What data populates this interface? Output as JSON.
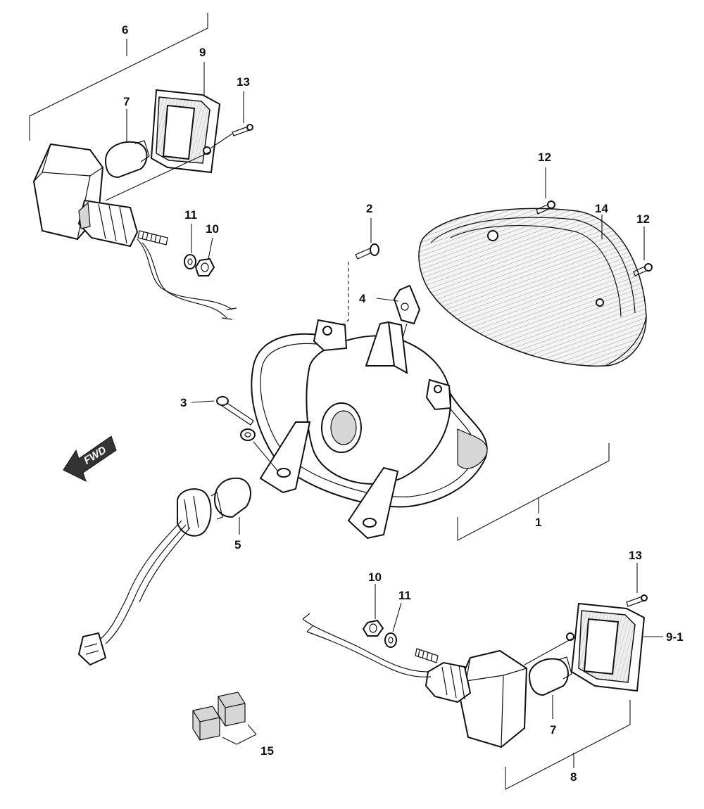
{
  "diagram": {
    "fwd_label": "FWD",
    "callouts": [
      {
        "id": "c6",
        "text": "6"
      },
      {
        "id": "c9",
        "text": "9"
      },
      {
        "id": "c13a",
        "text": "13"
      },
      {
        "id": "c7a",
        "text": "7"
      },
      {
        "id": "c11a",
        "text": "11"
      },
      {
        "id": "c10a",
        "text": "10"
      },
      {
        "id": "c2",
        "text": "2"
      },
      {
        "id": "c12a",
        "text": "12"
      },
      {
        "id": "c14",
        "text": "14"
      },
      {
        "id": "c12b",
        "text": "12"
      },
      {
        "id": "c4",
        "text": "4"
      },
      {
        "id": "c3",
        "text": "3"
      },
      {
        "id": "c5",
        "text": "5"
      },
      {
        "id": "c1",
        "text": "1"
      },
      {
        "id": "c13b",
        "text": "13"
      },
      {
        "id": "c10b",
        "text": "10"
      },
      {
        "id": "c11b",
        "text": "11"
      },
      {
        "id": "c9-1",
        "text": "9-1"
      },
      {
        "id": "c7b",
        "text": "7"
      },
      {
        "id": "c8",
        "text": "8"
      },
      {
        "id": "c15",
        "text": "15"
      }
    ]
  }
}
